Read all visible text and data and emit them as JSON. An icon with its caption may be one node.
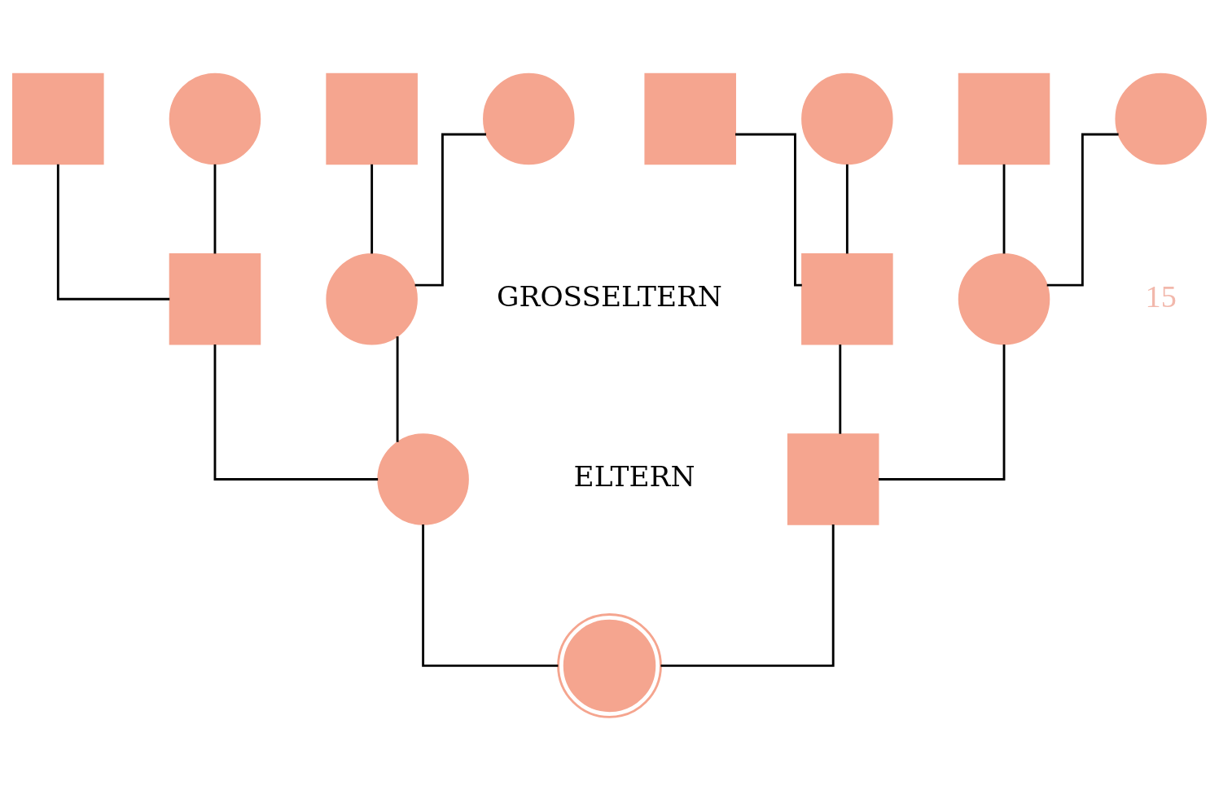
{
  "diagram": {
    "nodes": [
      {
        "text": [],
        "shape": "box"
      },
      {
        "text": [],
        "shape": "circle"
      },
      {
        "text": [],
        "shape": "box"
      },
      {
        "text": [],
        "shape": "circle"
      },
      {
        "text": [],
        "shape": "box"
      },
      {
        "text": [],
        "shape": "circle"
      },
      {
        "text": [],
        "shape": "box"
      },
      {
        "text": [],
        "shape": "circle"
      },
      {
        "text": [],
        "shape": "box"
      },
      {
        "text": [],
        "shape": "circle"
      },
      {
        "text": [],
        "shape": "box"
      },
      {
        "text": [],
        "shape": "circle"
      },
      {
        "text": [],
        "shape": "circle"
      },
      {
        "text": [],
        "shape": "box"
      },
      {
        "text": [],
        "shape": "circle"
      }
    ],
    "edges": [
      {
        "from": 0,
        "to": 8,
        "arrow": "none"
      },
      {
        "from": 1,
        "to": 8,
        "arrow": "none"
      },
      {
        "from": 2,
        "to": 9,
        "arrow": "none"
      },
      {
        "from": 3,
        "to": 9,
        "arrow": "none"
      },
      {
        "from": 4,
        "to": 10,
        "arrow": "none"
      },
      {
        "from": 5,
        "to": 10,
        "arrow": "none"
      },
      {
        "from": 6,
        "to": 11,
        "arrow": "none"
      },
      {
        "from": 7,
        "to": 11,
        "arrow": "none"
      },
      {
        "from": 8,
        "to": 12,
        "arrow": "none"
      },
      {
        "from": 9,
        "to": 12,
        "arrow": "none"
      },
      {
        "from": 10,
        "to": 13,
        "arrow": "none"
      },
      {
        "from": 11,
        "to": 13,
        "arrow": "none"
      },
      {
        "from": 12,
        "to": 14,
        "arrow": "none"
      },
      {
        "from": 13,
        "to": 14,
        "arrow": "none"
      }
    ],
    "labels": [
      "GROSSELTERN",
      "15",
      "ELTERN"
    ]
  }
}
